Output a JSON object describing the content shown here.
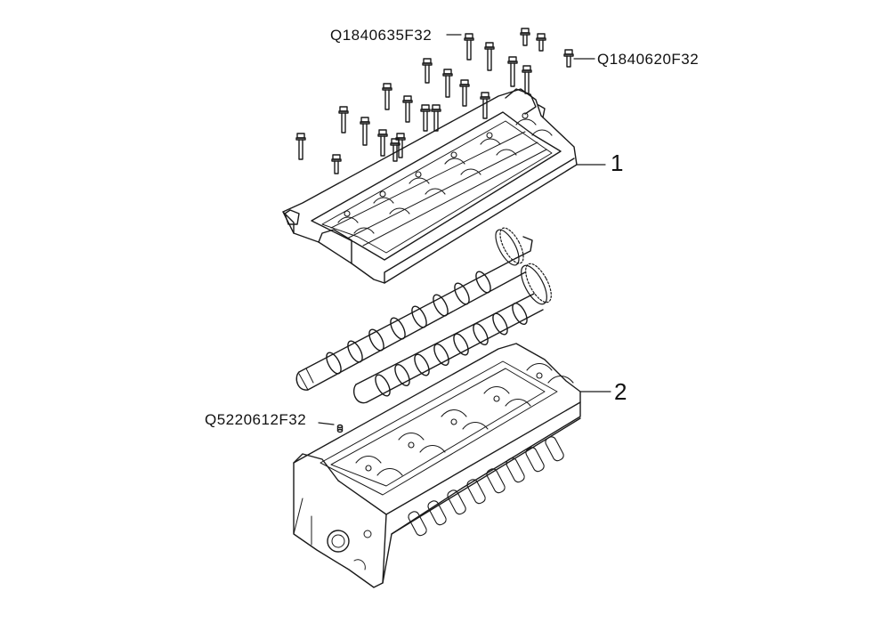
{
  "diagram": {
    "part_codes": {
      "bolt_long": "Q1840635F32",
      "bolt_short": "Q1840620F32",
      "pin": "Q5220612F32"
    },
    "callouts": {
      "cam_carrier": "1",
      "cylinder_head": "2"
    }
  }
}
